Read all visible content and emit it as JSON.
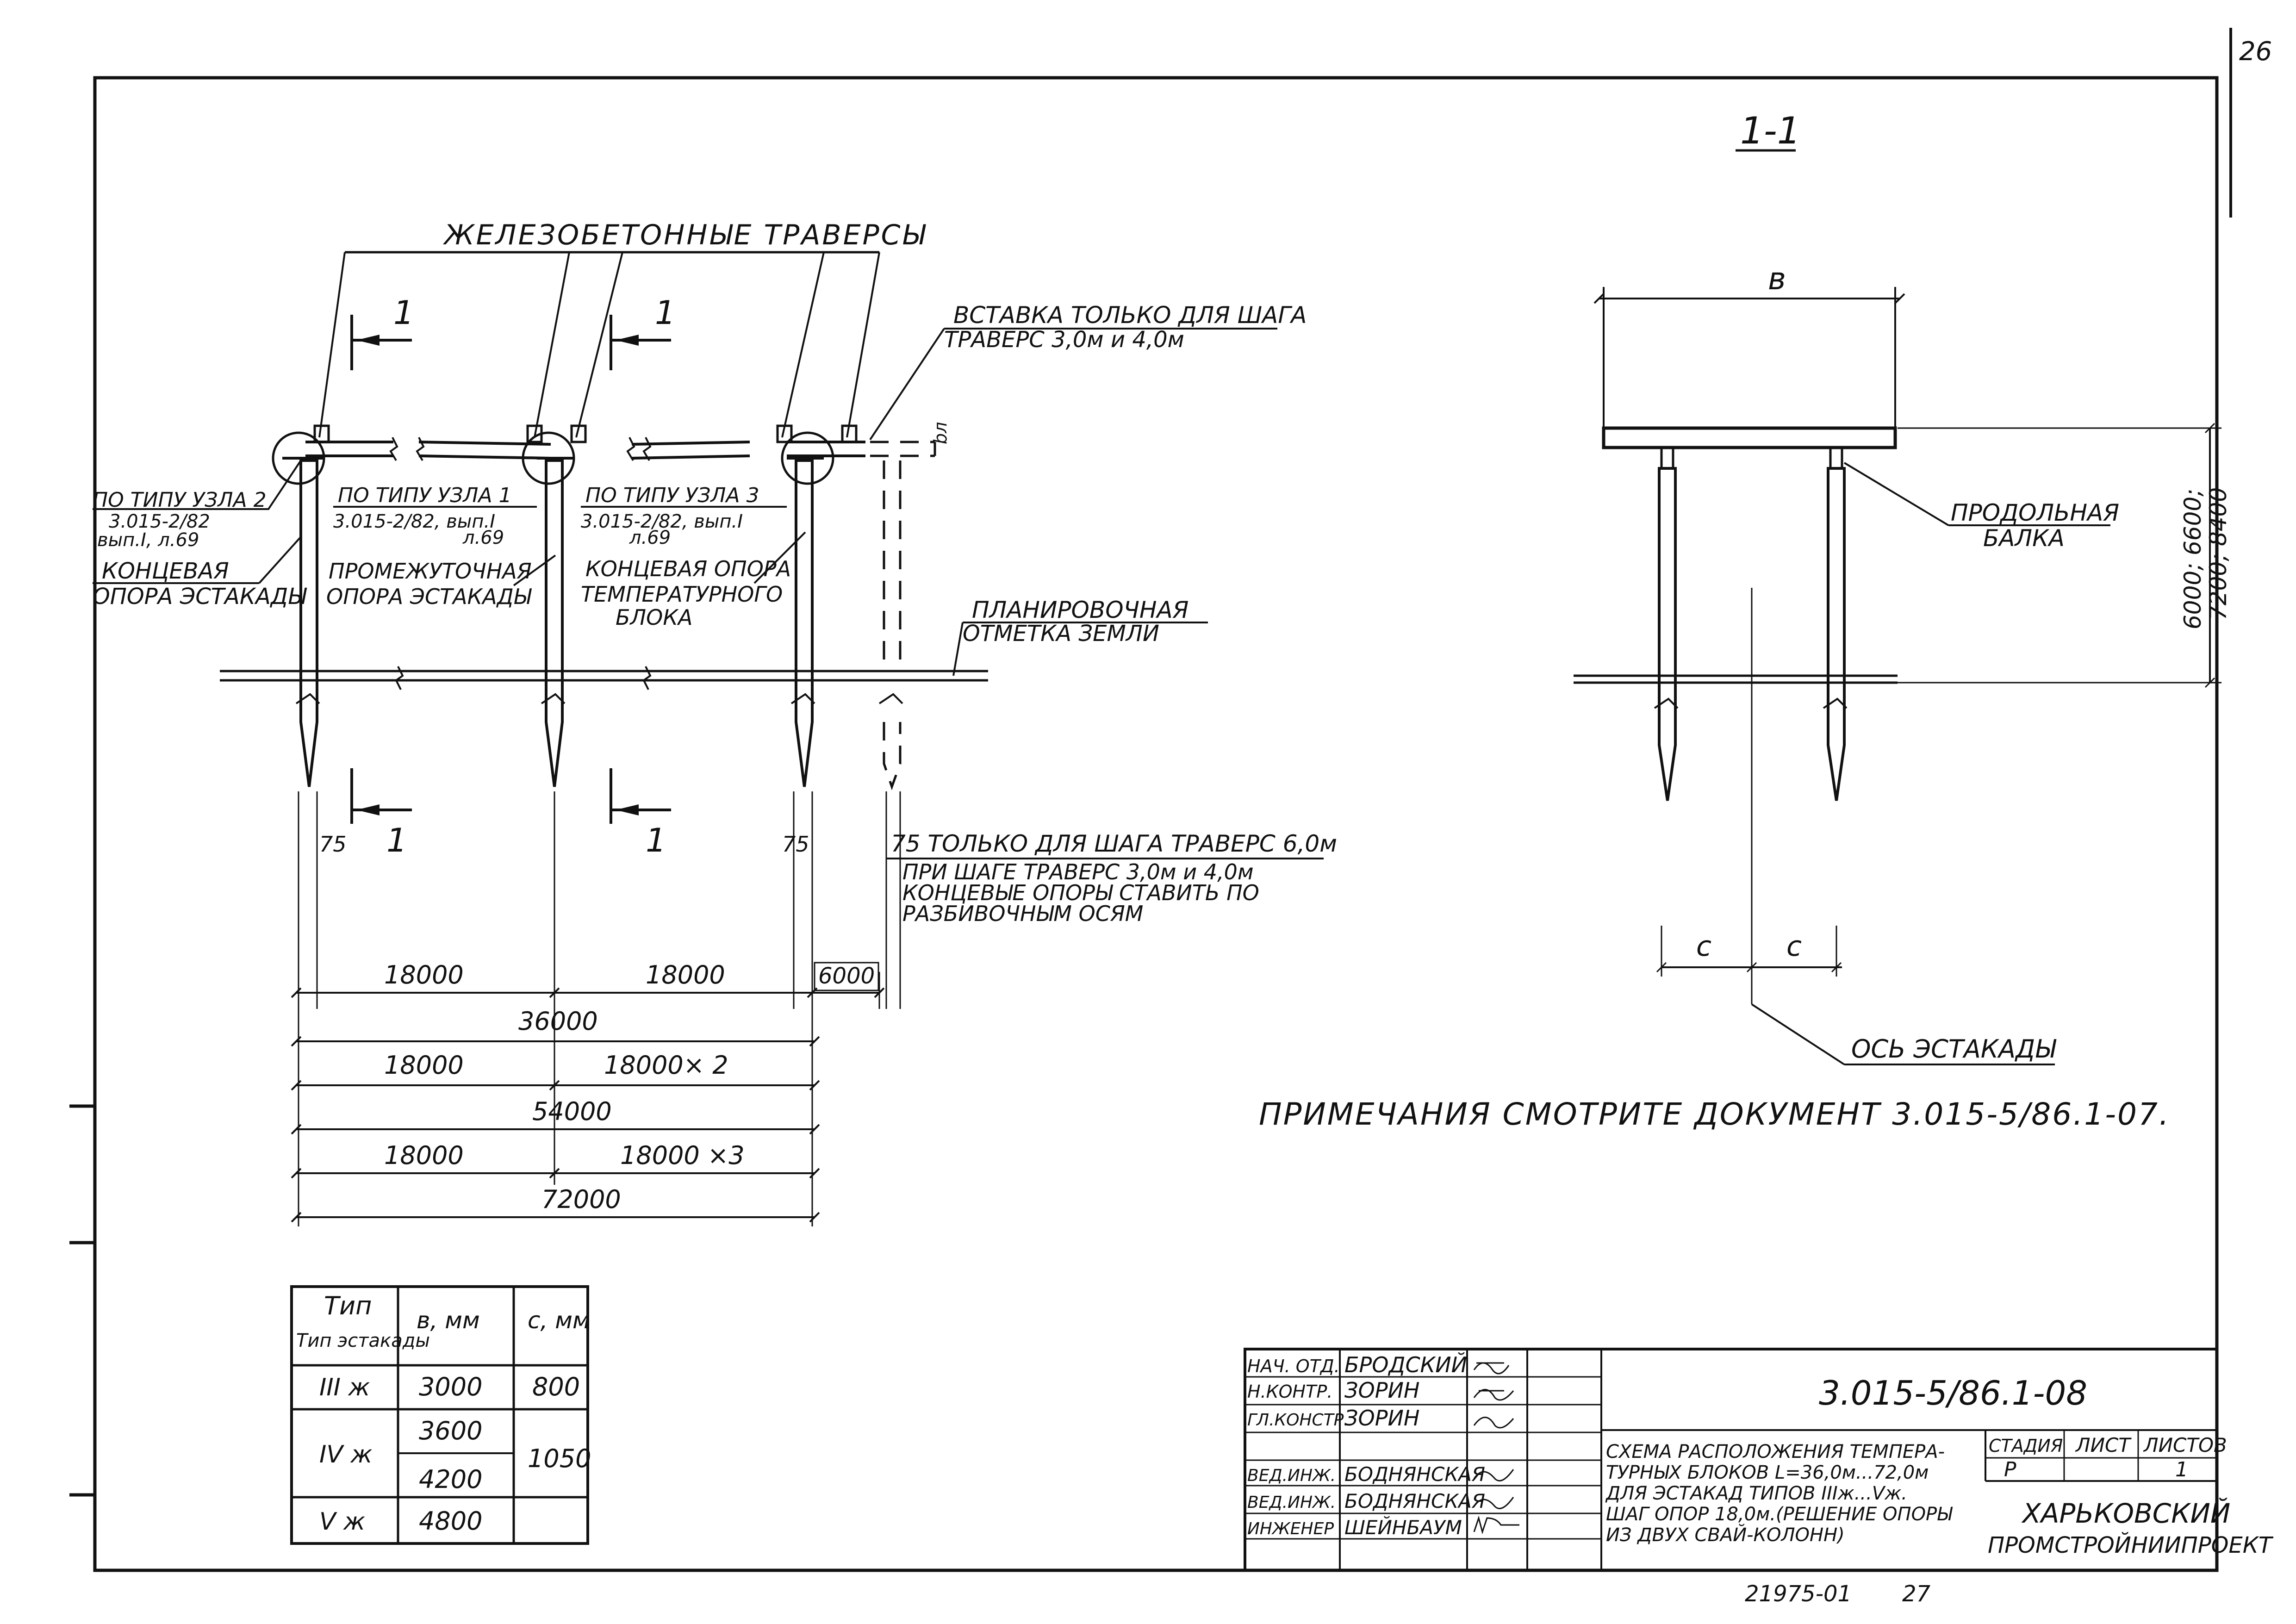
{
  "sheet": {
    "page_number": "26",
    "bottom_code": "21975-01",
    "bottom_page": "27"
  },
  "elevation": {
    "title_traverses": "ЖЕЛЕЗОБЕТОННЫЕ ТРАВЕРСЫ",
    "insert_note": [
      "ВСТАВКА ТОЛЬКО ДЛЯ ШАГА",
      "ТРАВЕРС 3,0м и 4,0м"
    ],
    "node2": [
      "ПО ТИПУ УЗЛА 2",
      "3.015-2/82",
      "вып.I, л.69"
    ],
    "node1": [
      "ПО ТИПУ УЗЛА 1",
      "3.015-2/82, вып.I",
      "л.69"
    ],
    "node3": [
      "ПО ТИПУ УЗЛА 3",
      "3.015-2/82, вып.I",
      "л.69"
    ],
    "end_support": [
      "КОНЦЕВАЯ",
      "ОПОРА ЭСТАКАДЫ"
    ],
    "middle_support": [
      "ПРОМЕЖУТОЧНАЯ",
      "ОПОРА ЭСТАКАДЫ"
    ],
    "block_end_support": [
      "КОНЦЕВАЯ ОПОРА",
      "ТЕМПЕРАТУРНОГО",
      "БЛОКА"
    ],
    "ground_mark": [
      "ПЛАНИРОВОЧНАЯ",
      "ОТМЕТКА ЗЕМЛИ"
    ],
    "section_mark": "1",
    "dim_75": "75",
    "note_75": [
      "75  ТОЛЬКО ДЛЯ ШАГА ТРАВЕРС 6,0м",
      "ПРИ ШАГЕ ТРАВЕРС 3,0м и 4,0м",
      "КОНЦЕВЫЕ ОПОРЫ СТАВИТЬ ПО",
      "РАЗБИВОЧНЫМ ОСЯМ"
    ],
    "small_label": "bл",
    "dims": {
      "row1": [
        "18000",
        "18000",
        "6000"
      ],
      "row2": "36000",
      "row3": [
        "18000",
        "18000× 2"
      ],
      "row4": "54000",
      "row5": [
        "18000",
        "18000 ×3"
      ],
      "row6": "72000"
    }
  },
  "section": {
    "title": "1-1",
    "width_label": "в",
    "beam_label": [
      "ПРОДОЛЬНАЯ",
      "БАЛКА"
    ],
    "height_label": [
      "6000; 6600;",
      "7200; 8400"
    ],
    "c_label": "с",
    "axis_label": "ОСЬ ЭСТАКАДЫ"
  },
  "note": "ПРИМЕЧАНИЯ СМОТРИТЕ ДОКУМЕНТ 3.015-5/86.1-07.",
  "type_table": {
    "headers": [
      "Тип эстакады",
      "в, мм",
      "с, мм"
    ],
    "rows": [
      [
        "III ж",
        "3000",
        "800"
      ],
      [
        "IV ж",
        "3600",
        "1050"
      ],
      [
        "",
        "4200",
        ""
      ],
      [
        "V ж",
        "4800",
        ""
      ]
    ]
  },
  "title_block": {
    "staff": [
      {
        "role": "НАЧ. ОТД.",
        "name": "БРОДСКИЙ"
      },
      {
        "role": "Н.КОНТР.",
        "name": "ЗОРИН"
      },
      {
        "role": "ГЛ.КОНСТР.",
        "name": "ЗОРИН"
      },
      {
        "role": "",
        "name": ""
      },
      {
        "role": "ВЕД.ИНЖ.",
        "name": "БОДНЯНСКАЯ"
      },
      {
        "role": "ВЕД.ИНЖ.",
        "name": "БОДНЯНСКАЯ"
      },
      {
        "role": "ИНЖЕНЕР",
        "name": "ШЕЙНБАУМ"
      }
    ],
    "doc_code": "3.015-5/86.1-08",
    "description": [
      "СХЕМА РАСПОЛОЖЕНИЯ ТЕМПЕРА-",
      "ТУРНЫХ БЛОКОВ L=36,0м...72,0м",
      "ДЛЯ ЭСТАКАД ТИПОВ IIIж...Vж.",
      "ШАГ ОПОР 18,0м.(РЕШЕНИЕ ОПОРЫ",
      "ИЗ ДВУХ СВАЙ-КОЛОНН)"
    ],
    "stage_header": "СТАДИЯ",
    "sheet_header": "ЛИСТ",
    "sheets_header": "ЛИСТОВ",
    "stage": "Р",
    "sheets": "1",
    "org": [
      "ХАРЬКОВСКИЙ",
      "ПРОМСТРОЙНИИПРОЕКТ"
    ]
  }
}
